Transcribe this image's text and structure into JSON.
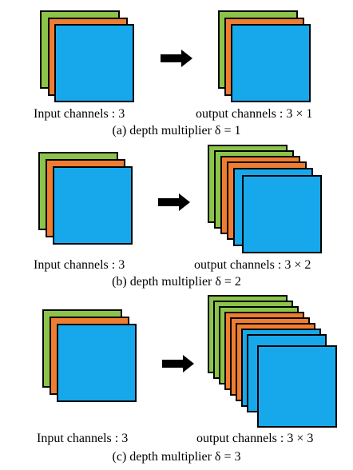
{
  "panels": [
    {
      "id": "a",
      "input_label": "Input channels : 3",
      "output_label": "output channels : 3 × 1",
      "caption": "(a) depth multiplier δ = 1",
      "input_channels": 3,
      "depth_multiplier": 1,
      "output_channels": 3
    },
    {
      "id": "b",
      "input_label": "Input channels : 3",
      "output_label": "output channels : 3 × 2",
      "caption": "(b) depth multiplier δ = 2",
      "input_channels": 3,
      "depth_multiplier": 2,
      "output_channels": 6
    },
    {
      "id": "c",
      "input_label": "Input channels : 3",
      "output_label": "output channels : 3 × 3",
      "caption": "(c) depth multiplier δ = 3",
      "input_channels": 3,
      "depth_multiplier": 3,
      "output_channels": 9
    }
  ],
  "colors": {
    "channel_1": "#8cc34a",
    "channel_2": "#ef7d31",
    "channel_3": "#17a8ec",
    "arrow": "#000000"
  }
}
